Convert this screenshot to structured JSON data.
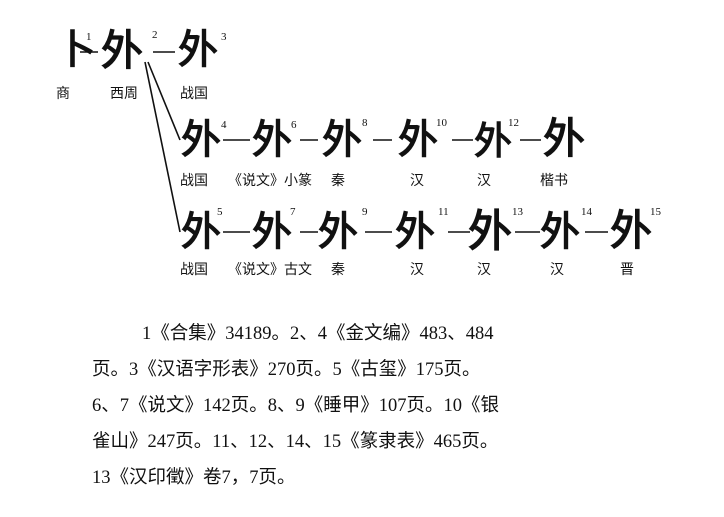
{
  "diagram": {
    "glyphs": [
      {
        "n": "1",
        "char": "卜",
        "period": "商"
      },
      {
        "n": "2",
        "char": "外",
        "period": "西周"
      },
      {
        "n": "3",
        "char": "外",
        "period": "战国"
      },
      {
        "n": "4",
        "char": "外",
        "period": "战国"
      },
      {
        "n": "5",
        "char": "外",
        "period": "战国"
      },
      {
        "n": "6",
        "char": "外",
        "period": "《说文》小篆"
      },
      {
        "n": "7",
        "char": "外",
        "period": "《说文》古文"
      },
      {
        "n": "8",
        "char": "外",
        "period": "秦"
      },
      {
        "n": "9",
        "char": "外",
        "period": "秦"
      },
      {
        "n": "10",
        "char": "外",
        "period": "汉"
      },
      {
        "n": "11",
        "char": "外",
        "period": "汉"
      },
      {
        "n": "12",
        "char": "外",
        "period": "汉"
      },
      {
        "n": "13",
        "char": "外",
        "period": "汉"
      },
      {
        "n": "14",
        "char": "外",
        "period": "汉"
      },
      {
        "n": "15",
        "char": "外",
        "period": "晋"
      },
      {
        "n": "",
        "char": "外",
        "period": "楷书"
      }
    ]
  },
  "caption": {
    "lines": [
      "1《合集》34189。2、4《金文编》483、484",
      "页。3《汉语字形表》270页。5《古玺》175页。",
      "6、7《说文》142页。8、9《睡甲》107页。10《银",
      "雀山》247页。11、12、14、15《篆隶表》465页。",
      "13《汉印徵》卷7，7页。"
    ]
  }
}
